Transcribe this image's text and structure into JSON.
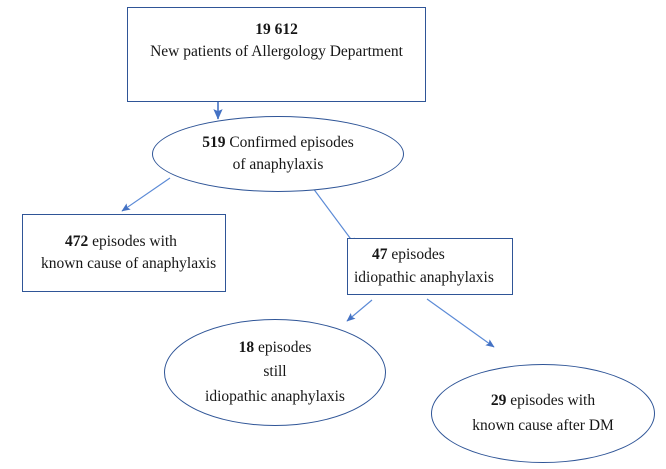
{
  "diagram": {
    "title": "Anaphylaxis patient flow diagram",
    "colors": {
      "shape_border": "#2f5597",
      "arrow_thick": "#4472c4",
      "arrow_thin": "#5b8ad6",
      "text": "#161616",
      "background": "#ffffff"
    },
    "nodes": [
      {
        "id": "top",
        "shape": "rectangle",
        "lines": [
          {
            "bold": "19 612",
            "text": ""
          },
          {
            "bold": "",
            "text": "New patients of Allergology Department"
          }
        ]
      },
      {
        "id": "confirmed",
        "shape": "ellipse",
        "lines": [
          {
            "bold": "519",
            "text": " Confirmed episodes"
          },
          {
            "bold": "",
            "text": "of anaphylaxis"
          }
        ]
      },
      {
        "id": "known-cause",
        "shape": "rectangle",
        "lines": [
          {
            "bold": "472",
            "text": " episodes with"
          },
          {
            "bold": "",
            "text": "known cause of anaphylaxis"
          }
        ]
      },
      {
        "id": "idiopathic",
        "shape": "rectangle",
        "lines": [
          {
            "bold": "47",
            "text": " episodes"
          },
          {
            "bold": "",
            "text": "idiopathic anaphylaxis"
          }
        ]
      },
      {
        "id": "still-idiopathic",
        "shape": "ellipse",
        "lines": [
          {
            "bold": "18",
            "text": " episodes"
          },
          {
            "bold": "",
            "text": "still"
          },
          {
            "bold": "",
            "text": "idiopathic anaphylaxis"
          }
        ]
      },
      {
        "id": "after-dm",
        "shape": "ellipse",
        "lines": [
          {
            "bold": "29",
            "text": " episodes with"
          },
          {
            "bold": "",
            "text": "known cause after DM"
          }
        ]
      }
    ],
    "edges": [
      {
        "id": "top-to-confirmed",
        "from": "top",
        "to": "confirmed",
        "style": "thick-vertical"
      },
      {
        "id": "confirmed-to-known-cause",
        "from": "confirmed",
        "to": "known-cause",
        "style": "thin-diagonal"
      },
      {
        "id": "confirmed-to-idiopathic",
        "from": "confirmed",
        "to": "idiopathic",
        "style": "thin-diagonal"
      },
      {
        "id": "idiopathic-to-still-idiopathic",
        "from": "idiopathic",
        "to": "still-idiopathic",
        "style": "thin-diagonal"
      },
      {
        "id": "idiopathic-to-after-dm",
        "from": "idiopathic",
        "to": "after-dm",
        "style": "thin-diagonal"
      }
    ],
    "text": {
      "top_number": "19 612",
      "top_label": "New patients of Allergology Department",
      "confirmed_number": "519",
      "confirmed_label": " Confirmed episodes",
      "confirmed_label2": "of anaphylaxis",
      "known_number": "472",
      "known_label": " episodes with",
      "known_label2": "known cause of anaphylaxis",
      "idiopathic_number": "47",
      "idiopathic_label": " episodes",
      "idiopathic_label2": "idiopathic anaphylaxis",
      "still_number": "18",
      "still_label": " episodes",
      "still_label2": "still",
      "still_label3": "idiopathic anaphylaxis",
      "dm_number": "29",
      "dm_label": " episodes with",
      "dm_label2": "known cause after DM"
    }
  }
}
